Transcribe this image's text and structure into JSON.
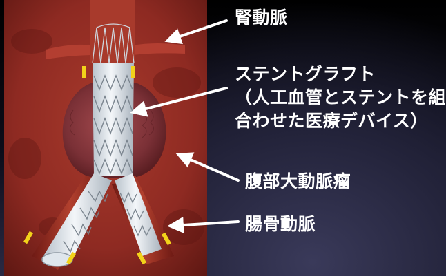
{
  "labels": {
    "renal_artery": "腎動脈",
    "stent_graft_title": "ステントグラフト",
    "stent_graft_desc_line1": "（人工血管とステントを組み",
    "stent_graft_desc_line2": "合わせた医療デバイス）",
    "abdominal_aortic_aneurysm": "腹部大動脈瘤",
    "iliac_artery": "腸骨動脈"
  },
  "colors": {
    "tissue_red": "#8e2a22",
    "graft_white": "#e6ecf2",
    "marker_yellow": "#f2d21a",
    "arrow_white": "#ffffff",
    "background": "#0a0a14"
  }
}
